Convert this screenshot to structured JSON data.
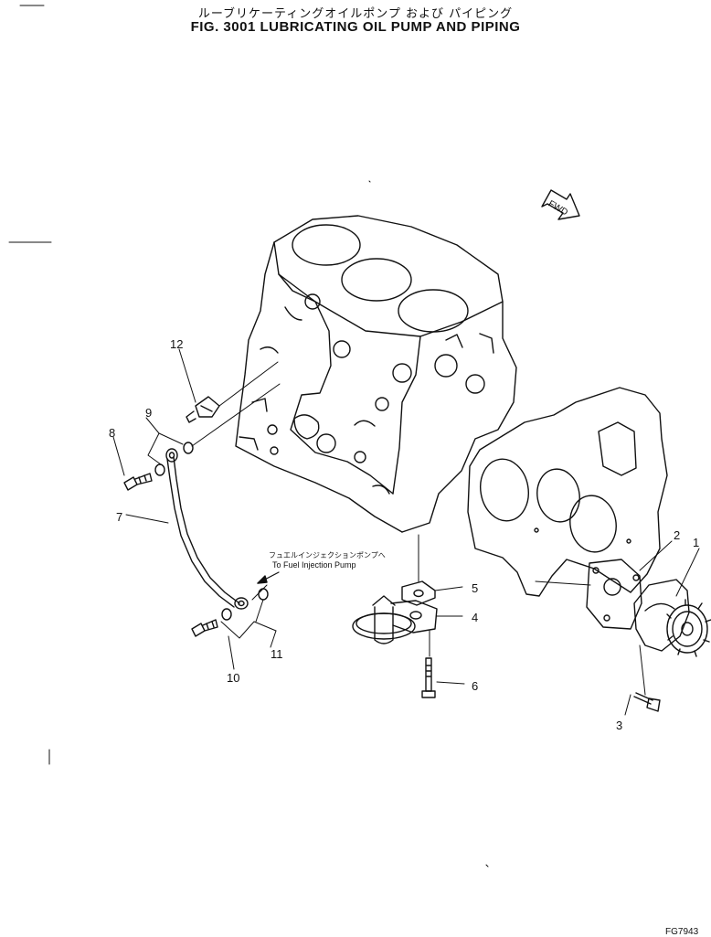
{
  "title_jp": "ルーブリケーティングオイルポンプ および パイピング",
  "title_en": "FIG. 3001 LUBRICATING OIL PUMP AND PIPING",
  "fwd_label": "FWD",
  "note_jp": "フュエルインジェクションポンプへ",
  "note_en": "To Fuel Injection Pump",
  "drawing_code": "FG7943",
  "callouts": [
    "1",
    "2",
    "3",
    "4",
    "5",
    "6",
    "7",
    "8",
    "9",
    "10",
    "11",
    "12"
  ],
  "parts": [
    "oil-pump",
    "gasket",
    "bolt",
    "oil-strainer",
    "gasket",
    "bolt",
    "oil-pipe",
    "bolt",
    "washers",
    "bolt",
    "washers",
    "oil-pressure-switch"
  ]
}
